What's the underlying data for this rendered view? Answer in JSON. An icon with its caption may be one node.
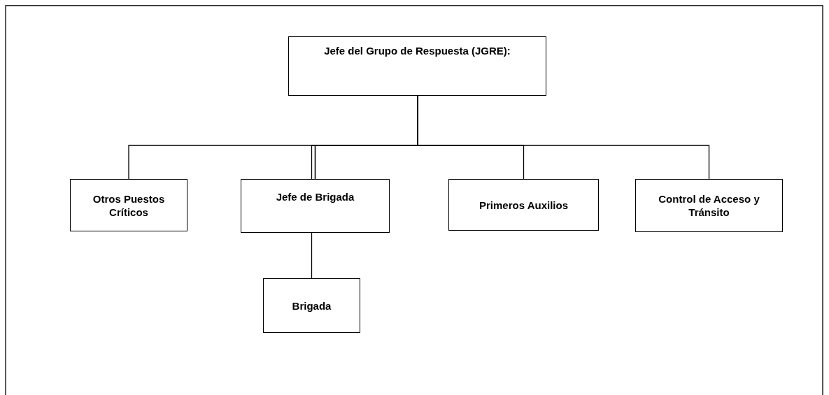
{
  "diagram": {
    "nodes": [
      {
        "text": [
          "Jefe del Grupo de Respuesta (JGRE):"
        ]
      },
      {
        "text": [
          "Otros Puestos Críticos"
        ]
      },
      {
        "text": [
          "Jefe de Brigada"
        ]
      },
      {
        "text": [
          "Primeros Auxilios"
        ]
      },
      {
        "text": [
          "Control de Acceso y Tránsito"
        ]
      },
      {
        "text": [
          "Brigada"
        ]
      }
    ],
    "edges": [
      {
        "from": 0,
        "to": 1,
        "arrow": "none"
      },
      {
        "from": 0,
        "to": 2,
        "arrow": "none"
      },
      {
        "from": 0,
        "to": 3,
        "arrow": "none"
      },
      {
        "from": 0,
        "to": 4,
        "arrow": "none"
      },
      {
        "from": 2,
        "to": 5,
        "arrow": "none"
      }
    ]
  }
}
